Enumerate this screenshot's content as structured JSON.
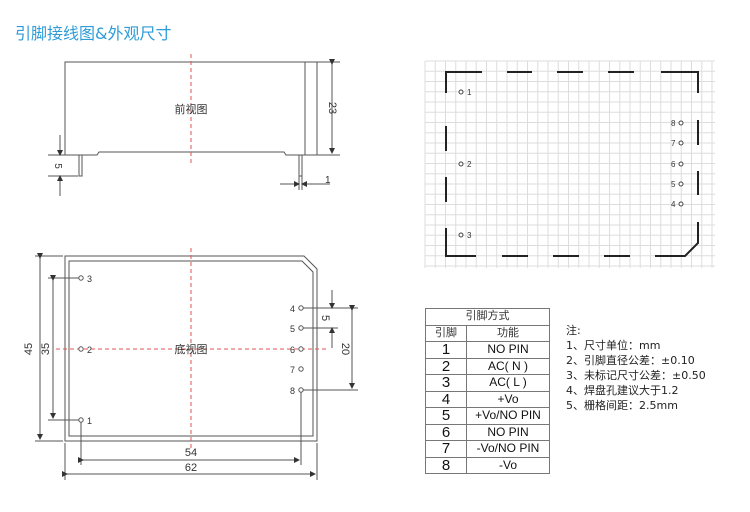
{
  "title": "引脚接线图&外观尺寸",
  "front_view": {
    "label": "前视图",
    "dim_height": "23",
    "dim_pin_length": "5",
    "dim_pin_diameter": "1"
  },
  "bottom_view": {
    "label": "底视图",
    "dim_height_outer": "45",
    "dim_height_pins": "35",
    "dim_width_pins": "54",
    "dim_width_outer": "62",
    "dim_pin_pitch": "5",
    "dim_pin_span": "20",
    "pins": [
      "1",
      "2",
      "3",
      "4",
      "5",
      "6",
      "7",
      "8"
    ]
  },
  "footprint": {
    "pins": [
      "1",
      "2",
      "3",
      "4",
      "5",
      "6",
      "7",
      "8"
    ]
  },
  "pin_table": {
    "title": "引脚方式",
    "headers": [
      "引脚",
      "功能"
    ],
    "rows": [
      {
        "pin": "1",
        "func": "NO PIN"
      },
      {
        "pin": "2",
        "func": "AC( N )"
      },
      {
        "pin": "3",
        "func": "AC( L )"
      },
      {
        "pin": "4",
        "func": "+Vo"
      },
      {
        "pin": "5",
        "func": "+Vo/NO PIN"
      },
      {
        "pin": "6",
        "func": "NO PIN"
      },
      {
        "pin": "7",
        "func": "-Vo/NO PIN"
      },
      {
        "pin": "8",
        "func": "-Vo"
      }
    ]
  },
  "notes": {
    "heading": "注:",
    "items": [
      "1、尺寸单位：mm",
      "2、引脚直径公差：±0.10",
      "3、未标记尺寸公差：±0.50",
      "4、焊盘孔建议大于1.2",
      "5、栅格间距：2.5mm"
    ]
  },
  "colors": {
    "title": "#2d9cd8",
    "centerline": "#e05555",
    "line": "#555555"
  }
}
